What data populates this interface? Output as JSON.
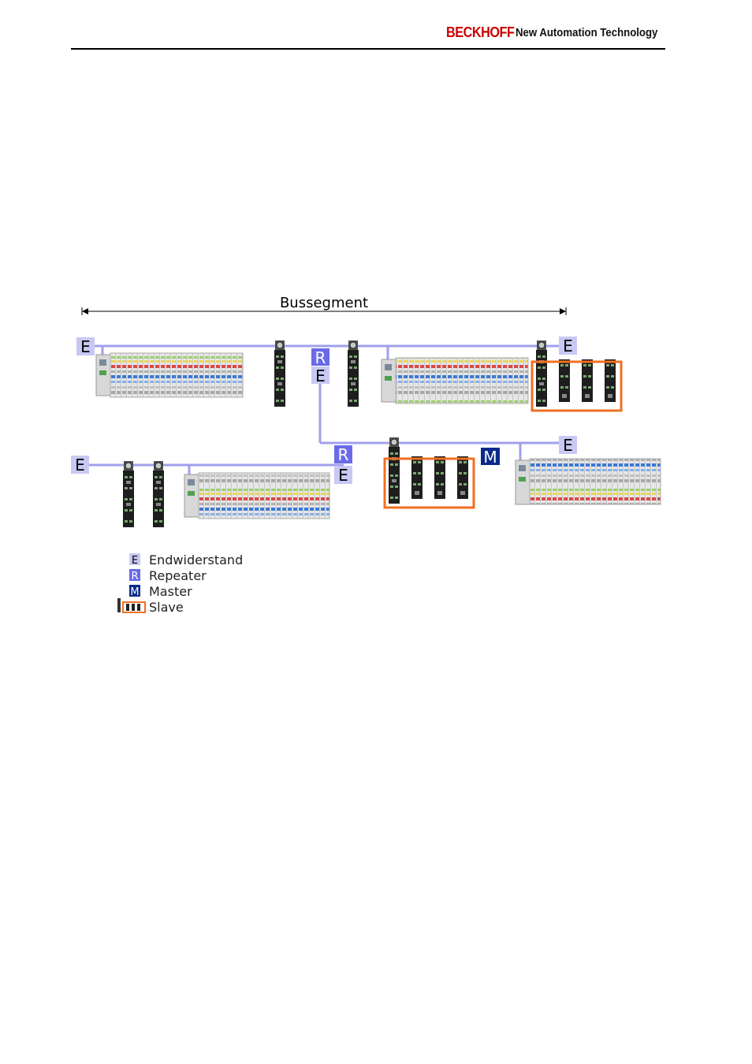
{
  "header": {
    "brand": "BECKHOFF",
    "tagline": "New Automation Technology"
  },
  "colors": {
    "brand_red": "#cc0000",
    "bus_line": "#a0a0ec",
    "endwiderstand_bg": "#c8c8f4",
    "repeater_bg": "#6a6ae8",
    "master_bg": "#0a2a8a",
    "slave_frame": "#f07020"
  },
  "diagram": {
    "segment_label": "Bussegment",
    "node_letters": {
      "endwiderstand": "E",
      "repeater": "R",
      "master": "M"
    },
    "icons": [
      "terminal-block-icon",
      "io-box-icon",
      "slave-group-icon"
    ]
  },
  "legend": {
    "items": [
      {
        "symbol": "E",
        "label": "Endwiderstand"
      },
      {
        "symbol": "R",
        "label": "Repeater"
      },
      {
        "symbol": "M",
        "label": "Master"
      },
      {
        "label": "Slave"
      }
    ]
  }
}
